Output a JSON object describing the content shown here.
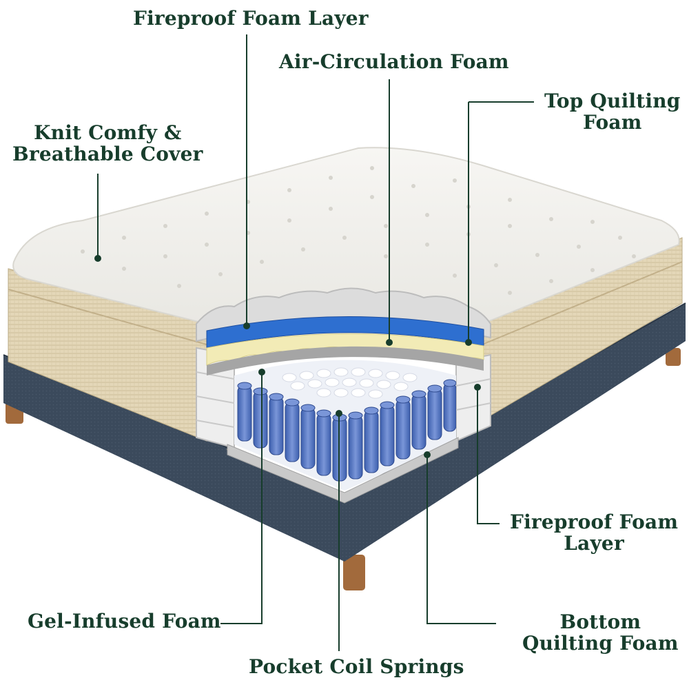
{
  "colors": {
    "label": "#173d2c",
    "leader": "#173d2c",
    "cover": "#f3f2ee",
    "knit_side": "#e4d7b8",
    "base": "#3b4a5c",
    "legs": "#a26a3c",
    "blue_foam": "#2e6fd0",
    "gel_foam": "#f2ebb6",
    "coils": "#5a7cc6"
  },
  "labels": {
    "fireproof_top": "Fireproof Foam Layer",
    "air_circulation": "Air-Circulation Foam",
    "top_quilting_1": "Top Quilting",
    "top_quilting_2": "Foam",
    "knit_1": "Knit Comfy &",
    "knit_2": "Breathable Cover",
    "fireproof_side_1": "Fireproof Foam",
    "fireproof_side_2": "Layer",
    "gel": "Gel-Infused Foam",
    "bottom_1": "Bottom",
    "bottom_2": "Quilting Foam",
    "pocket": "Pocket Coil Springs"
  }
}
